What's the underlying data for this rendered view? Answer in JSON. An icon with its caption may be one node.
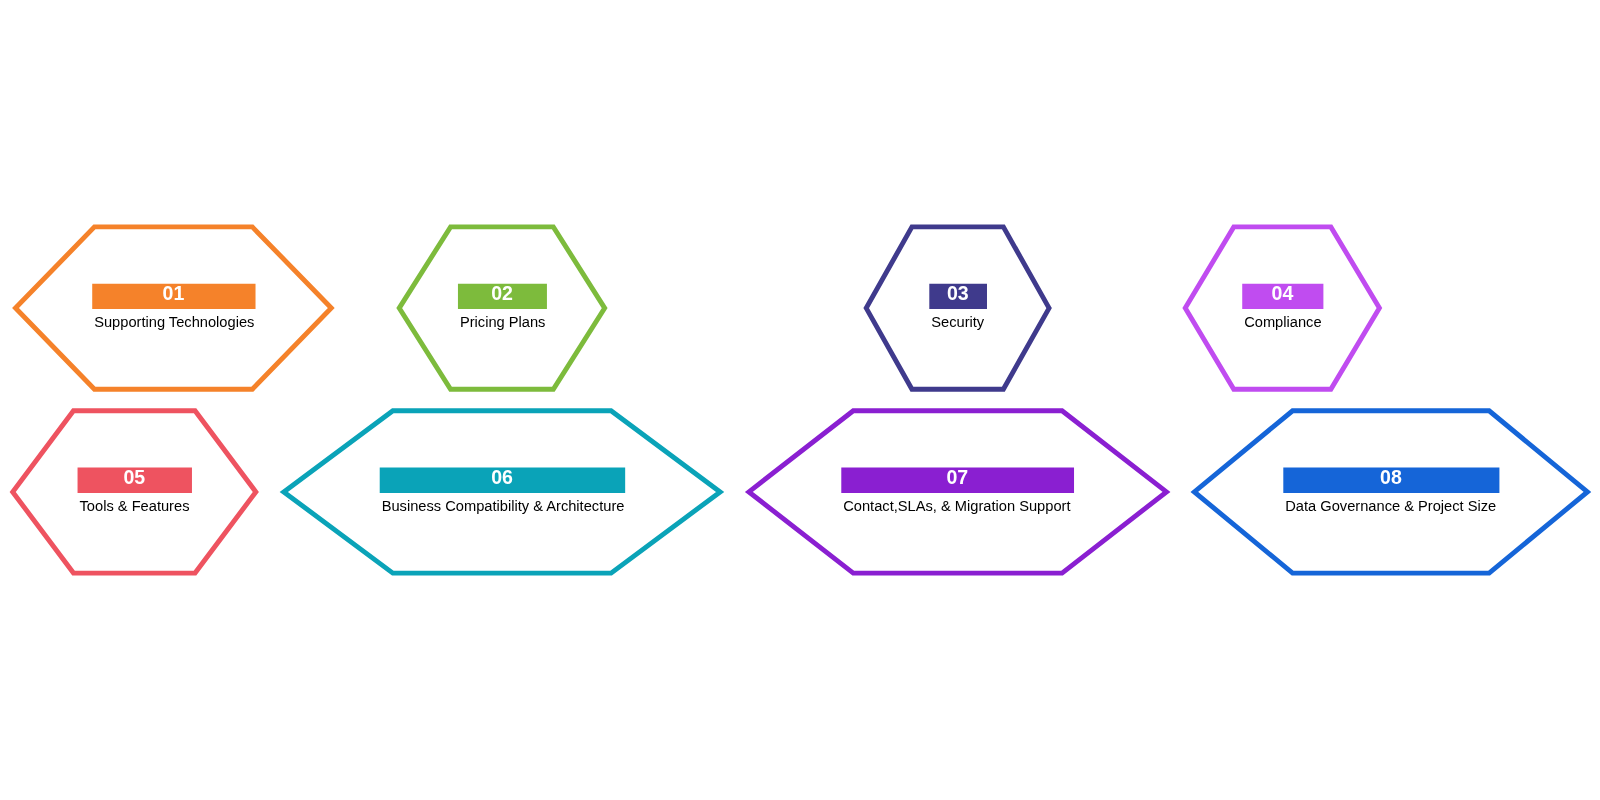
{
  "diagram": {
    "nodes": [
      {
        "text": [
          "01",
          "Supporting Technologies"
        ]
      },
      {
        "text": [
          "02",
          "Pricing Plans"
        ]
      },
      {
        "text": [
          "03",
          "Security"
        ]
      },
      {
        "text": [
          "04",
          "Compliance"
        ]
      },
      {
        "text": [
          "05",
          "Tools & Features"
        ]
      },
      {
        "text": [
          "06",
          "Business Compatibility & Architecture"
        ]
      },
      {
        "text": [
          "07",
          "Contact,SLAs, & Migration Support"
        ]
      },
      {
        "text": [
          "08",
          "Data Governance & Project Size"
        ]
      }
    ]
  }
}
